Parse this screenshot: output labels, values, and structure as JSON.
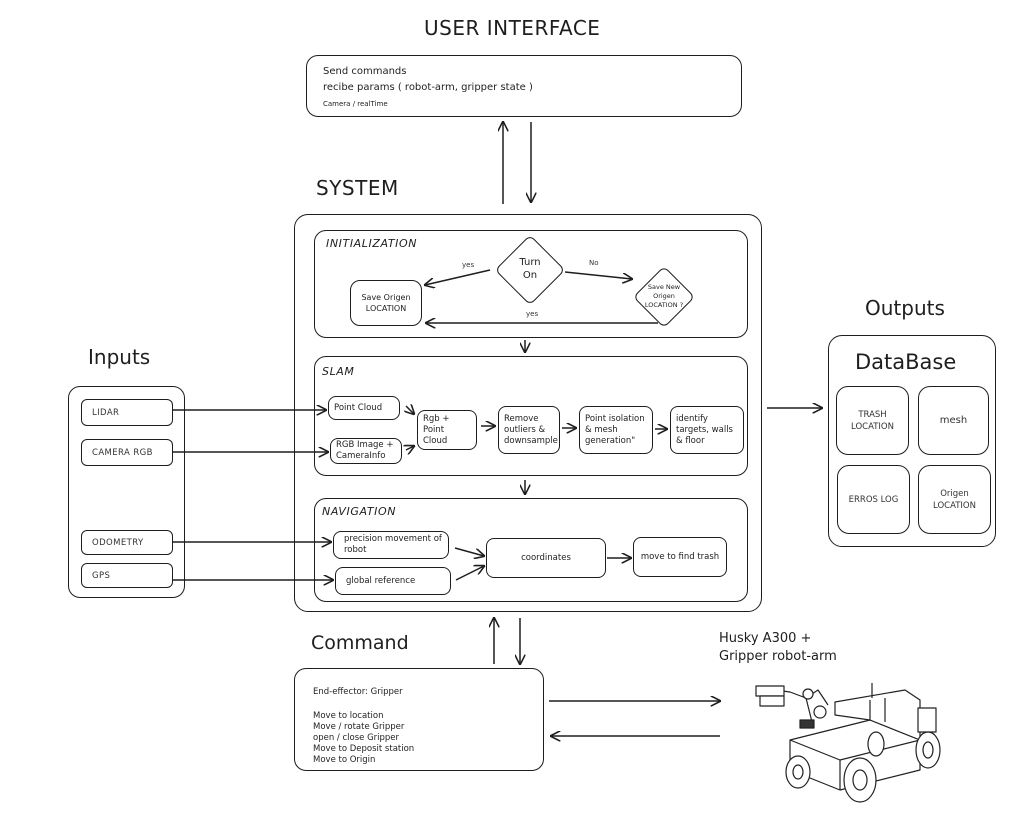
{
  "user_interface": {
    "title": "USER INTERFACE",
    "lines": [
      "Send commands",
      "recibe params ( robot-arm, gripper state )",
      "Camera / realTime"
    ]
  },
  "system": {
    "title": "SYSTEM",
    "initialization": {
      "label": "INITIALIZATION",
      "turn_on": [
        "Turn",
        "On"
      ],
      "save_new": [
        "Save New",
        "Origen",
        "LOCATION ?"
      ],
      "save_origen": [
        "Save Origen",
        "LOCATION"
      ],
      "edge_yes_1": "yes",
      "edge_no": "No",
      "edge_yes_2": "yes"
    },
    "slam": {
      "label": "SLAM",
      "nodes": {
        "point_cloud": "Point Cloud",
        "rgb_image": "RGB Image + CameraInfo",
        "rgb_point_cloud": "Rgb + Point Cloud",
        "remove_outliers": "Remove outliers & downsample",
        "point_isolation": "Point isolation & mesh generation\"",
        "identify": "identify targets, walls & floor"
      }
    },
    "navigation": {
      "label": "NAVIGATION",
      "nodes": {
        "precision": "precision movement of robot",
        "global_ref": "global reference",
        "coordinates": "coordinates",
        "move_find": "move to find trash"
      }
    }
  },
  "inputs": {
    "title": "Inputs",
    "items": [
      "LIDAR",
      "CAMERA RGB",
      "ODOMETRY",
      "GPS"
    ]
  },
  "outputs": {
    "title": "Outputs",
    "database_title": "DataBase",
    "cells": [
      "TRASH LOCATION",
      "mesh",
      "ERROS LOG",
      "Origen LOCATION"
    ]
  },
  "command": {
    "title": "Command",
    "header": "End-effector: Gripper",
    "items": [
      "Move to location",
      "Move / rotate Gripper",
      "open / close Gripper",
      "Move to Deposit station",
      "Move to Origin"
    ]
  },
  "robot": {
    "title_line1": "Husky A300 +",
    "title_line2": "Gripper robot-arm"
  }
}
